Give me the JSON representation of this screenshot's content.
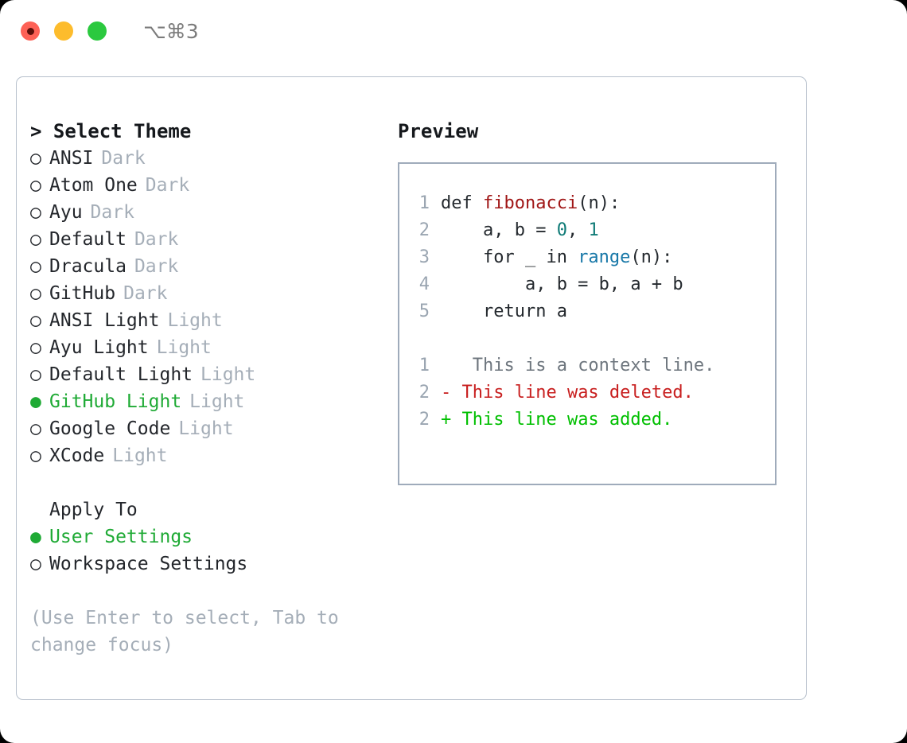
{
  "titlebar": {
    "shortcut": "⌥⌘3",
    "buttons": [
      "close",
      "minimize",
      "maximize"
    ]
  },
  "theme_panel": {
    "header": "> Select Theme",
    "items": [
      {
        "bullet": "○",
        "name": "ANSI",
        "tag": "Dark",
        "selected": false
      },
      {
        "bullet": "○",
        "name": "Atom One",
        "tag": "Dark",
        "selected": false
      },
      {
        "bullet": "○",
        "name": "Ayu",
        "tag": "Dark",
        "selected": false
      },
      {
        "bullet": "○",
        "name": "Default",
        "tag": "Dark",
        "selected": false
      },
      {
        "bullet": "○",
        "name": "Dracula",
        "tag": "Dark",
        "selected": false
      },
      {
        "bullet": "○",
        "name": "GitHub",
        "tag": "Dark",
        "selected": false
      },
      {
        "bullet": "○",
        "name": "ANSI Light",
        "tag": "Light",
        "selected": false
      },
      {
        "bullet": "○",
        "name": "Ayu Light",
        "tag": "Light",
        "selected": false
      },
      {
        "bullet": "○",
        "name": "Default Light",
        "tag": "Light",
        "selected": false
      },
      {
        "bullet": "●",
        "name": "GitHub Light",
        "tag": "Light",
        "selected": true
      },
      {
        "bullet": "○",
        "name": "Google Code",
        "tag": "Light",
        "selected": false
      },
      {
        "bullet": "○",
        "name": "XCode",
        "tag": "Light",
        "selected": false
      }
    ]
  },
  "apply_to": {
    "header": "Apply To",
    "options": [
      {
        "bullet": "●",
        "name": "User Settings",
        "selected": true
      },
      {
        "bullet": "○",
        "name": "Workspace Settings",
        "selected": false
      }
    ]
  },
  "hint": "(Use Enter to select, Tab to change focus)",
  "preview": {
    "label": "Preview",
    "code_lines": [
      {
        "n": "1",
        "parts": [
          {
            "t": "def ",
            "c": "plain"
          },
          {
            "t": "fibonacci",
            "c": "fn"
          },
          {
            "t": "(n):",
            "c": "plain"
          }
        ]
      },
      {
        "n": "2",
        "parts": [
          {
            "t": "    a, b = ",
            "c": "plain"
          },
          {
            "t": "0",
            "c": "num"
          },
          {
            "t": ", ",
            "c": "plain"
          },
          {
            "t": "1",
            "c": "num"
          }
        ]
      },
      {
        "n": "3",
        "parts": [
          {
            "t": "    for _ in ",
            "c": "plain"
          },
          {
            "t": "range",
            "c": "blue"
          },
          {
            "t": "(n):",
            "c": "plain"
          }
        ]
      },
      {
        "n": "4",
        "parts": [
          {
            "t": "        a, b = b, a + b",
            "c": "plain"
          }
        ]
      },
      {
        "n": "5",
        "parts": [
          {
            "t": "    return a",
            "c": "plain"
          }
        ]
      }
    ],
    "diff_lines": [
      {
        "n": "1",
        "marker": " ",
        "text": "  This is a context line.",
        "kind": "ctx"
      },
      {
        "n": "2",
        "marker": "-",
        "text": " This line was deleted.",
        "kind": "del"
      },
      {
        "n": "2",
        "marker": "+",
        "text": " This line was added.",
        "kind": "add"
      }
    ]
  },
  "colors": {
    "accent_green": "#1faa35",
    "muted": "#a5aeb8",
    "diff_add": "#00bf00",
    "diff_del": "#c81f1f",
    "token_fn": "#a01616",
    "token_num": "#0f7b77",
    "token_blue": "#1878a8",
    "border": "#b7c0cc"
  }
}
